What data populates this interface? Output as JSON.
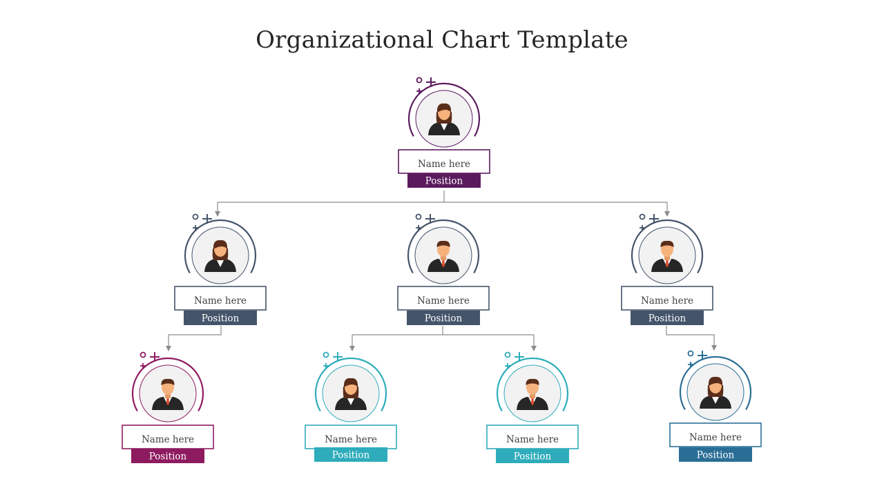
{
  "title": "Organizational Chart Template",
  "colors": {
    "connector": "#8c8c8c",
    "avatar_bg": "#f2f2f2",
    "skin": "#f5b27c",
    "hair": "#5a2e1a",
    "suit": "#262626",
    "shirt": "#ffffff",
    "tie": "#d9482b"
  },
  "nodes": [
    {
      "id": "root",
      "name": "Name here",
      "position": "Position",
      "gender": "female",
      "color": "#5b1a5e"
    },
    {
      "id": "left",
      "name": "Name here",
      "position": "Position",
      "gender": "female",
      "color": "#44546a"
    },
    {
      "id": "center",
      "name": "Name here",
      "position": "Position",
      "gender": "male",
      "color": "#44546a"
    },
    {
      "id": "right",
      "name": "Name here",
      "position": "Position",
      "gender": "male",
      "color": "#44546a"
    },
    {
      "id": "bottom-1",
      "name": "Name here",
      "position": "Position",
      "gender": "male",
      "color": "#8e1a5f"
    },
    {
      "id": "bottom-2",
      "name": "Name here",
      "position": "Position",
      "gender": "female",
      "color": "#2eacbb"
    },
    {
      "id": "bottom-3",
      "name": "Name here",
      "position": "Position",
      "gender": "male",
      "color": "#2eacbb"
    },
    {
      "id": "bottom-4",
      "name": "Name here",
      "position": "Position",
      "gender": "female",
      "color": "#2a6e96"
    }
  ],
  "edges": [
    {
      "from": "root",
      "to": "left"
    },
    {
      "from": "root",
      "to": "center"
    },
    {
      "from": "root",
      "to": "right"
    },
    {
      "from": "left",
      "to": "bottom-1"
    },
    {
      "from": "center",
      "to": "bottom-2"
    },
    {
      "from": "center",
      "to": "bottom-3"
    },
    {
      "from": "right",
      "to": "bottom-4"
    }
  ]
}
